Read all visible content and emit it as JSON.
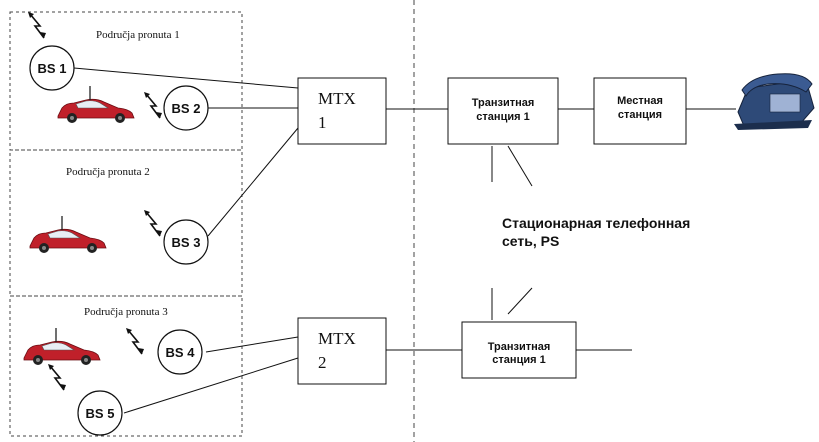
{
  "regions": [
    {
      "label": "Područja pronuta 1"
    },
    {
      "label": "Područja pronuta 2"
    },
    {
      "label": "Područja pronuta 3"
    }
  ],
  "base_stations": [
    {
      "label": "BS 1"
    },
    {
      "label": "BS 2"
    },
    {
      "label": "BS 3"
    },
    {
      "label": "BS 4"
    },
    {
      "label": "BS 5"
    }
  ],
  "switches": [
    {
      "line1": "MTX",
      "line2": "1"
    },
    {
      "line1": "MTX",
      "line2": "2"
    }
  ],
  "stations": [
    {
      "line1": "Транзитная",
      "line2": "станция 1"
    },
    {
      "line1": "Местная",
      "line2": "станция"
    },
    {
      "line1": "Транзитная",
      "line2": "станция 1"
    }
  ],
  "network": {
    "line1": "Стационарная телефонная",
    "line2": "сеть, PS"
  },
  "colors": {
    "car": "#c0202a",
    "phone": "#2e4a78",
    "line": "#111111"
  }
}
